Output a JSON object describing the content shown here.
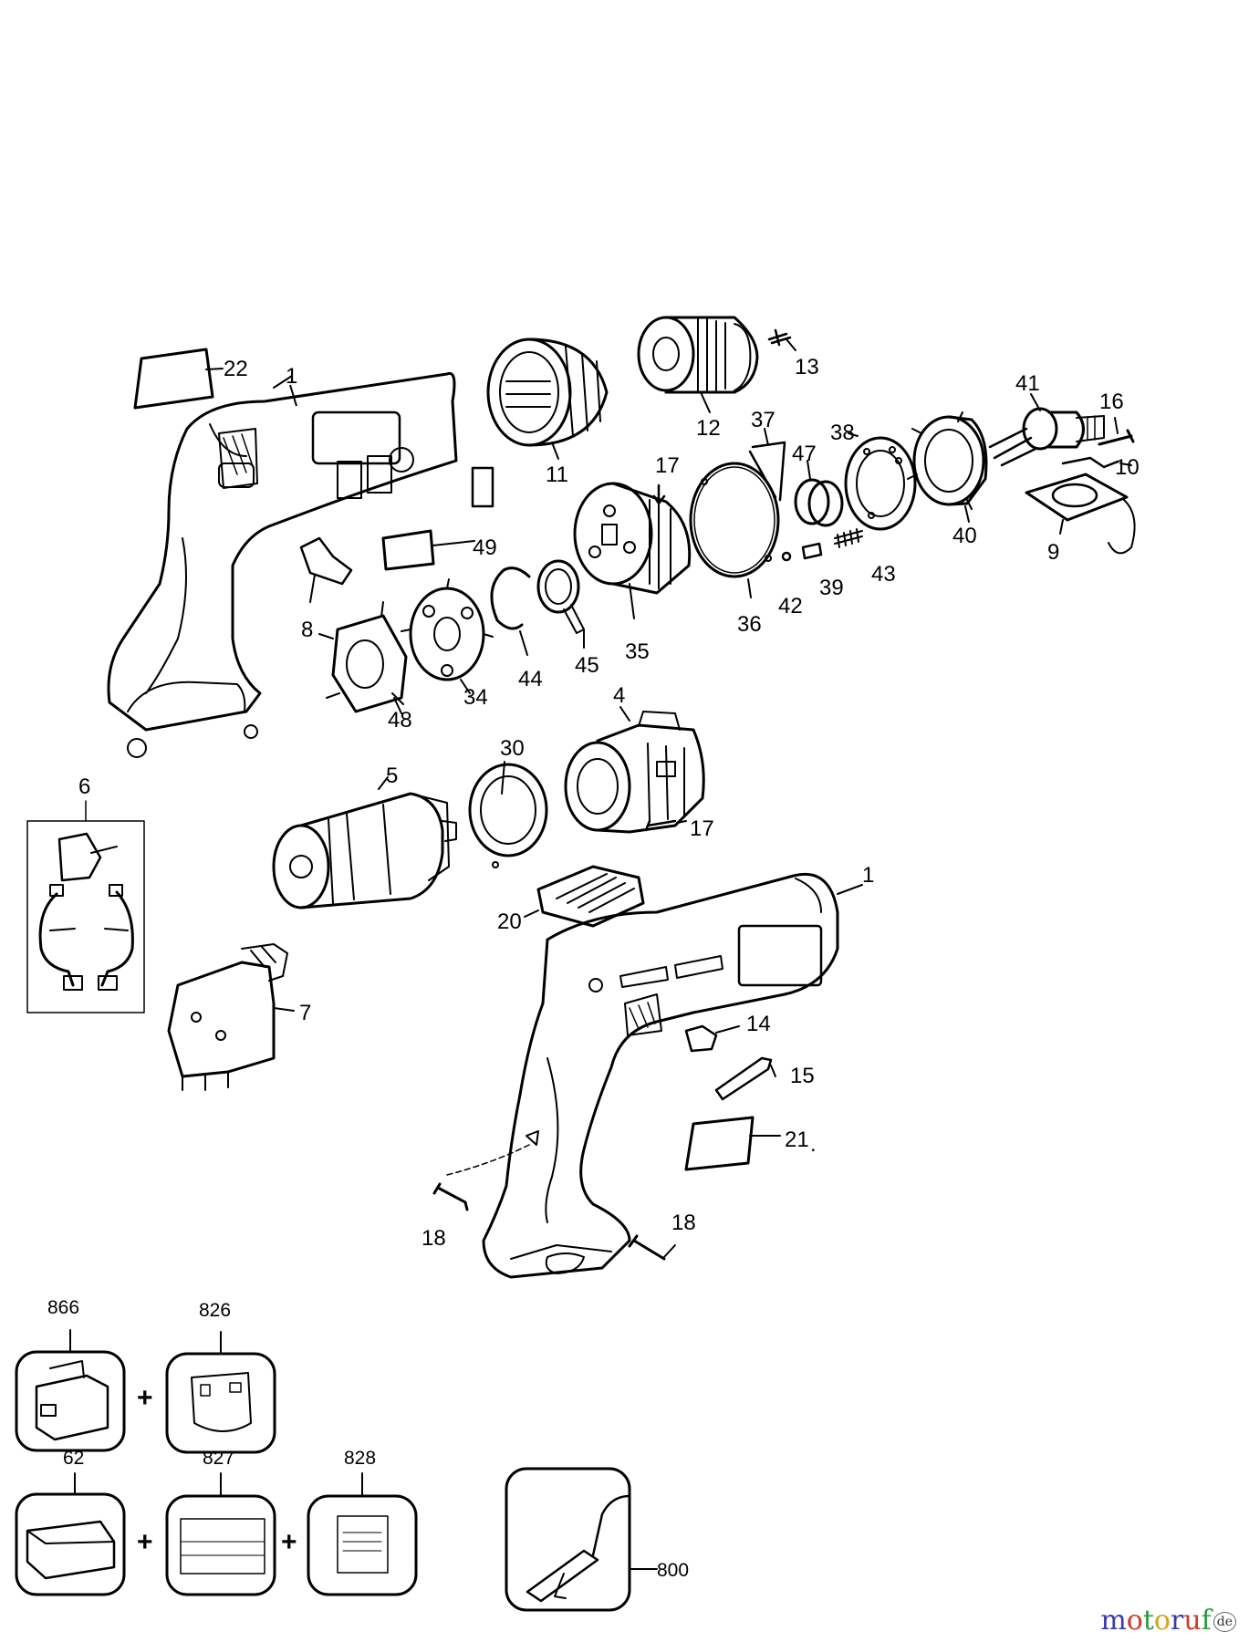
{
  "diagram": {
    "part_labels": {
      "p1_top": "1",
      "p1_bottom": "1",
      "p4": "4",
      "p5": "5",
      "p6": "6",
      "p7": "7",
      "p8": "8",
      "p9": "9",
      "p10": "10",
      "p11": "11",
      "p12": "12",
      "p13": "13",
      "p14": "14",
      "p15": "15",
      "p16": "16",
      "p17_top": "17",
      "p17_bottom": "17",
      "p18_left": "18",
      "p18_right": "18",
      "p20": "20",
      "p21": "21",
      "p22": "22",
      "p30": "30",
      "p34": "34",
      "p35": "35",
      "p36": "36",
      "p37": "37",
      "p38": "38",
      "p39": "39",
      "p40": "40",
      "p41": "41",
      "p42": "42",
      "p43": "43",
      "p44": "44",
      "p45": "45",
      "p47": "47",
      "p48": "48",
      "p49": "49"
    },
    "accessories": {
      "battery": "866",
      "battery_label": "826",
      "charger": "62",
      "charger_label": "827",
      "charger_plate": "828",
      "tool_800": "800"
    },
    "plus_sign": "+",
    "label_21_suffix": "."
  },
  "watermark": {
    "letters": [
      "m",
      "o",
      "t",
      "o",
      "r",
      "u",
      "f"
    ],
    "letter_colors": [
      "#3a3aa8",
      "#d23a2a",
      "#2c9a3c",
      "#d8a21a",
      "#3a3aa8",
      "#d23a2a",
      "#2c9a3c"
    ],
    "badge": "de"
  }
}
